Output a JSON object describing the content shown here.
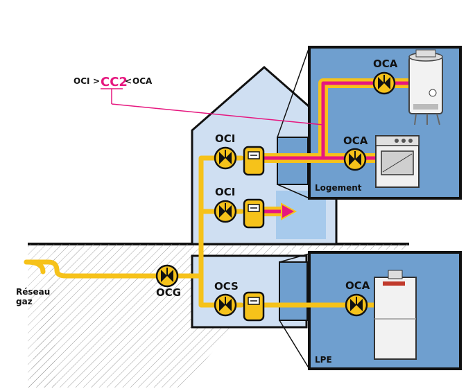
{
  "colors": {
    "gas_pipe": "#f6c21a",
    "gas_pipe_dark": "#e2a800",
    "pink_line": "#e6177f",
    "house_fill": "#cfdff2",
    "panel_fill": "#6f9fcf",
    "panel_border": "#111111",
    "valve": "#f6c21a",
    "ground_hatch": "#777777",
    "light_window": "#9cc4ea"
  },
  "formula": {
    "left": "OCI",
    "lt1": ">",
    "middle": "CC2",
    "lt2": "<",
    "right": "OCA"
  },
  "labels": {
    "network_line1": "Réseau",
    "network_line2": "gaz",
    "ocg": "OCG",
    "oci_top": "OCI",
    "oci_mid": "OCI",
    "ocs": "OCS",
    "oca_boiler": "OCA",
    "oca_stove": "OCA",
    "oca_lpe": "OCA",
    "logement": "Logement",
    "lpe": "LPE"
  },
  "icons": [
    "valve-icon",
    "gas-meter-icon",
    "boiler-icon",
    "stove-icon",
    "water-heater-icon",
    "arrow-right-icon"
  ]
}
